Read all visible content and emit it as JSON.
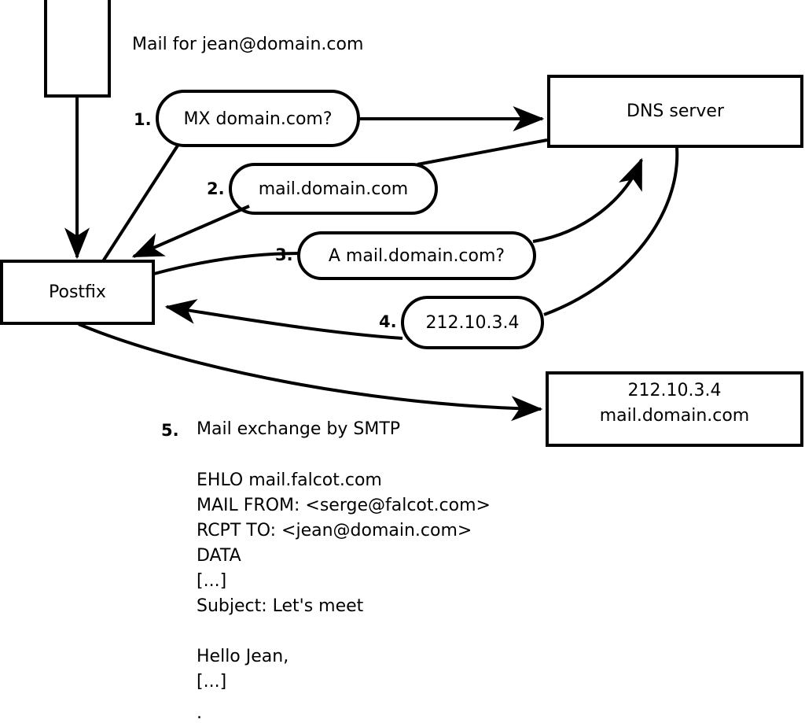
{
  "diagram": {
    "title": "Mail for jean@domain.com",
    "nodes": [
      {
        "id": "client",
        "label": ""
      },
      {
        "id": "postfix",
        "label": "Postfix"
      },
      {
        "id": "dns",
        "label": "DNS server"
      },
      {
        "id": "mailserver",
        "line1": "212.10.3.4",
        "line2": "mail.domain.com"
      }
    ],
    "steps": [
      {
        "num": "1.",
        "label": "MX domain.com?"
      },
      {
        "num": "2.",
        "label": "mail.domain.com"
      },
      {
        "num": "3.",
        "label": "A mail.domain.com?"
      },
      {
        "num": "4.",
        "label": "212.10.3.4"
      },
      {
        "num": "5.",
        "label": "Mail exchange by SMTP"
      }
    ],
    "smtp_transcript": [
      "EHLO mail.falcot.com",
      "MAIL FROM: <serge@falcot.com>",
      "RCPT TO: <jean@domain.com>",
      "DATA",
      "[...]",
      "Subject: Let's meet",
      "",
      "Hello Jean,",
      "[...]",
      "",
      "."
    ],
    "colors": {
      "stroke": "#000000",
      "fill": "#ffffff",
      "text": "#000000"
    }
  }
}
